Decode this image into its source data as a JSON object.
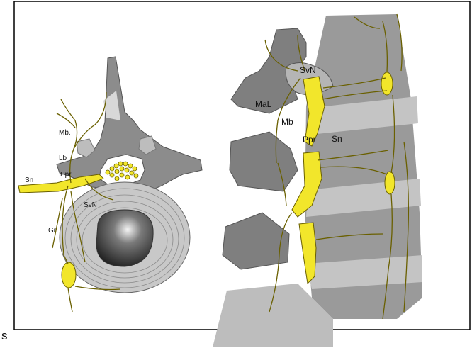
{
  "figure": {
    "corner_letter": "s",
    "left_view_labels": {
      "mb": "Mb.",
      "lb": "Lb",
      "ppr": "Ppr",
      "sn": "Sn",
      "svn": "SvN",
      "gr": "Gr"
    },
    "right_view_labels": {
      "svn": "SvN",
      "mal": "MaL",
      "mb": "Mb",
      "ppr": "Ppr",
      "sn": "Sn"
    },
    "colors": {
      "nerve_yellow": "#f2e62b",
      "nerve_outline": "#6a6000",
      "bone_gray": "#8c8c8c",
      "disc_gray": "#c8c8c8",
      "border": "#000000"
    }
  }
}
